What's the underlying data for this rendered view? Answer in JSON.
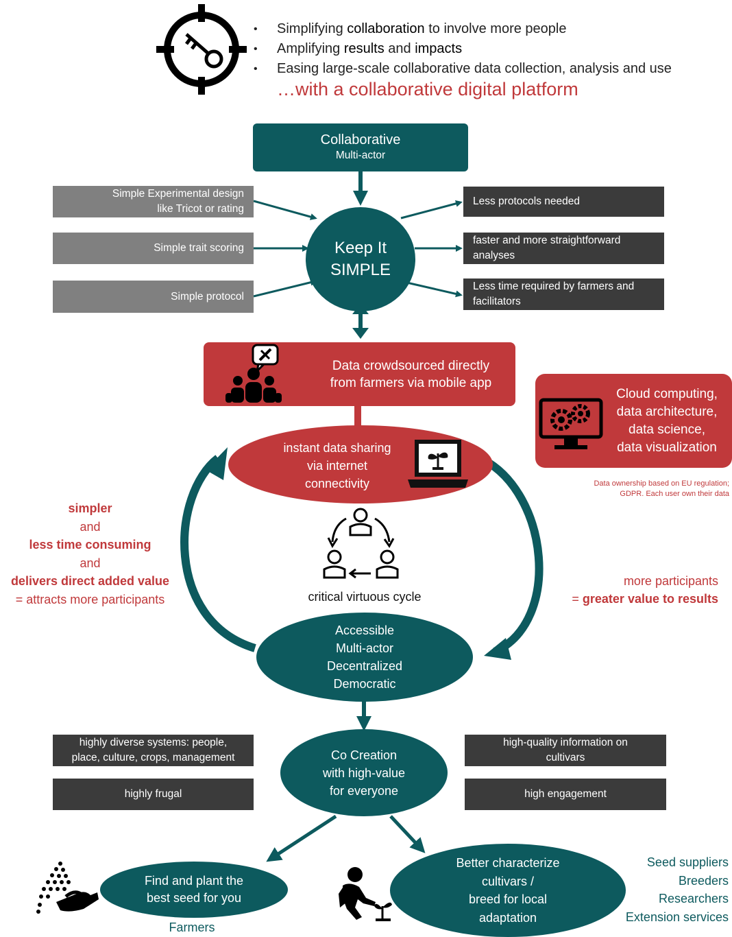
{
  "intro": {
    "bullet1": {
      "pre": "Simplifying ",
      "bold": "collaboration",
      "post": " to involve more people"
    },
    "bullet2": {
      "pre": "Amplifying ",
      "bold1": "results",
      "mid": " and ",
      "bold2": "impacts"
    },
    "bullet3": "Easing large-scale collaborative data collection, analysis and use",
    "platform": {
      "pre": "…with ",
      "rest": "a collaborative digital platform"
    }
  },
  "collaborative": {
    "title": "Collaborative",
    "subtitle": "Multi-actor"
  },
  "keep_simple": {
    "line1": "Keep It",
    "line2": "SIMPLE"
  },
  "left_gray": [
    {
      "line1": "Simple Experimental design",
      "line2": "like Tricot or rating"
    },
    {
      "line1": "Simple trait scoring",
      "line2": ""
    },
    {
      "line1": "Simple protocol",
      "line2": ""
    }
  ],
  "right_dark": [
    {
      "line1": "Less protocols needed",
      "line2": ""
    },
    {
      "line1": "faster and more straightforward",
      "line2": "analyses"
    },
    {
      "line1": "Less time required by farmers and",
      "line2": "facilitators"
    }
  ],
  "crowdsourced": {
    "line1": "Data crowdsourced directly",
    "line2": "from farmers via mobile app"
  },
  "cloud": {
    "line1": "Cloud computing,",
    "line2": "data architecture,",
    "line3": "data science,",
    "line4": "data visualization"
  },
  "ownership": {
    "line1": "Data ownership based on EU regulation;",
    "line2": "GDPR. Each user own their data"
  },
  "sharing": {
    "line1": "instant data sharing",
    "line2": "via internet",
    "line3": "connectivity"
  },
  "left_text": {
    "l1": "simpler",
    "l2": "and",
    "l3": "less time consuming",
    "l4": "and",
    "l5": "delivers direct added value",
    "l6": "= attracts more participants"
  },
  "right_text": {
    "l1": "more  participants",
    "l2pre": "= ",
    "l2bold": "greater value to results"
  },
  "cycle_label": "critical virtuous cycle",
  "accessible": {
    "line1": "Accessible",
    "line2": "Multi-actor",
    "line3": "Decentralized",
    "line4": "Democratic"
  },
  "cocreation": {
    "line1": "Co Creation",
    "line2": "with high-value",
    "line3": "for everyone"
  },
  "bottom_left_dark": [
    {
      "line1": "highly diverse systems: people,",
      "line2": "place, culture, crops, management"
    },
    {
      "line1": "highly frugal",
      "line2": ""
    }
  ],
  "bottom_right_dark": [
    {
      "line1": "high-quality information on",
      "line2": "cultivars"
    },
    {
      "line1": "high engagement",
      "line2": ""
    }
  ],
  "find_seed": {
    "line1": "Find and plant the",
    "line2": "best seed for you"
  },
  "farmers_label": "Farmers",
  "better": {
    "line1": "Better characterize",
    "line2": "cultivars /",
    "line3": "breed for local",
    "line4": "adaptation"
  },
  "stakeholders": [
    "Seed suppliers",
    "Breeders",
    "Researchers",
    "Extension services"
  ],
  "colors": {
    "teal": "#0d5a5e",
    "red": "#c0393b",
    "gray": "#808080",
    "dark": "#3b3b3b"
  },
  "icons": [
    "target-key-icon",
    "crowd-speech-icon",
    "cloud-gear-monitor-icon",
    "laptop-plant-icon",
    "cycle-people-icon",
    "seeds-hand-icon",
    "gardener-icon"
  ]
}
